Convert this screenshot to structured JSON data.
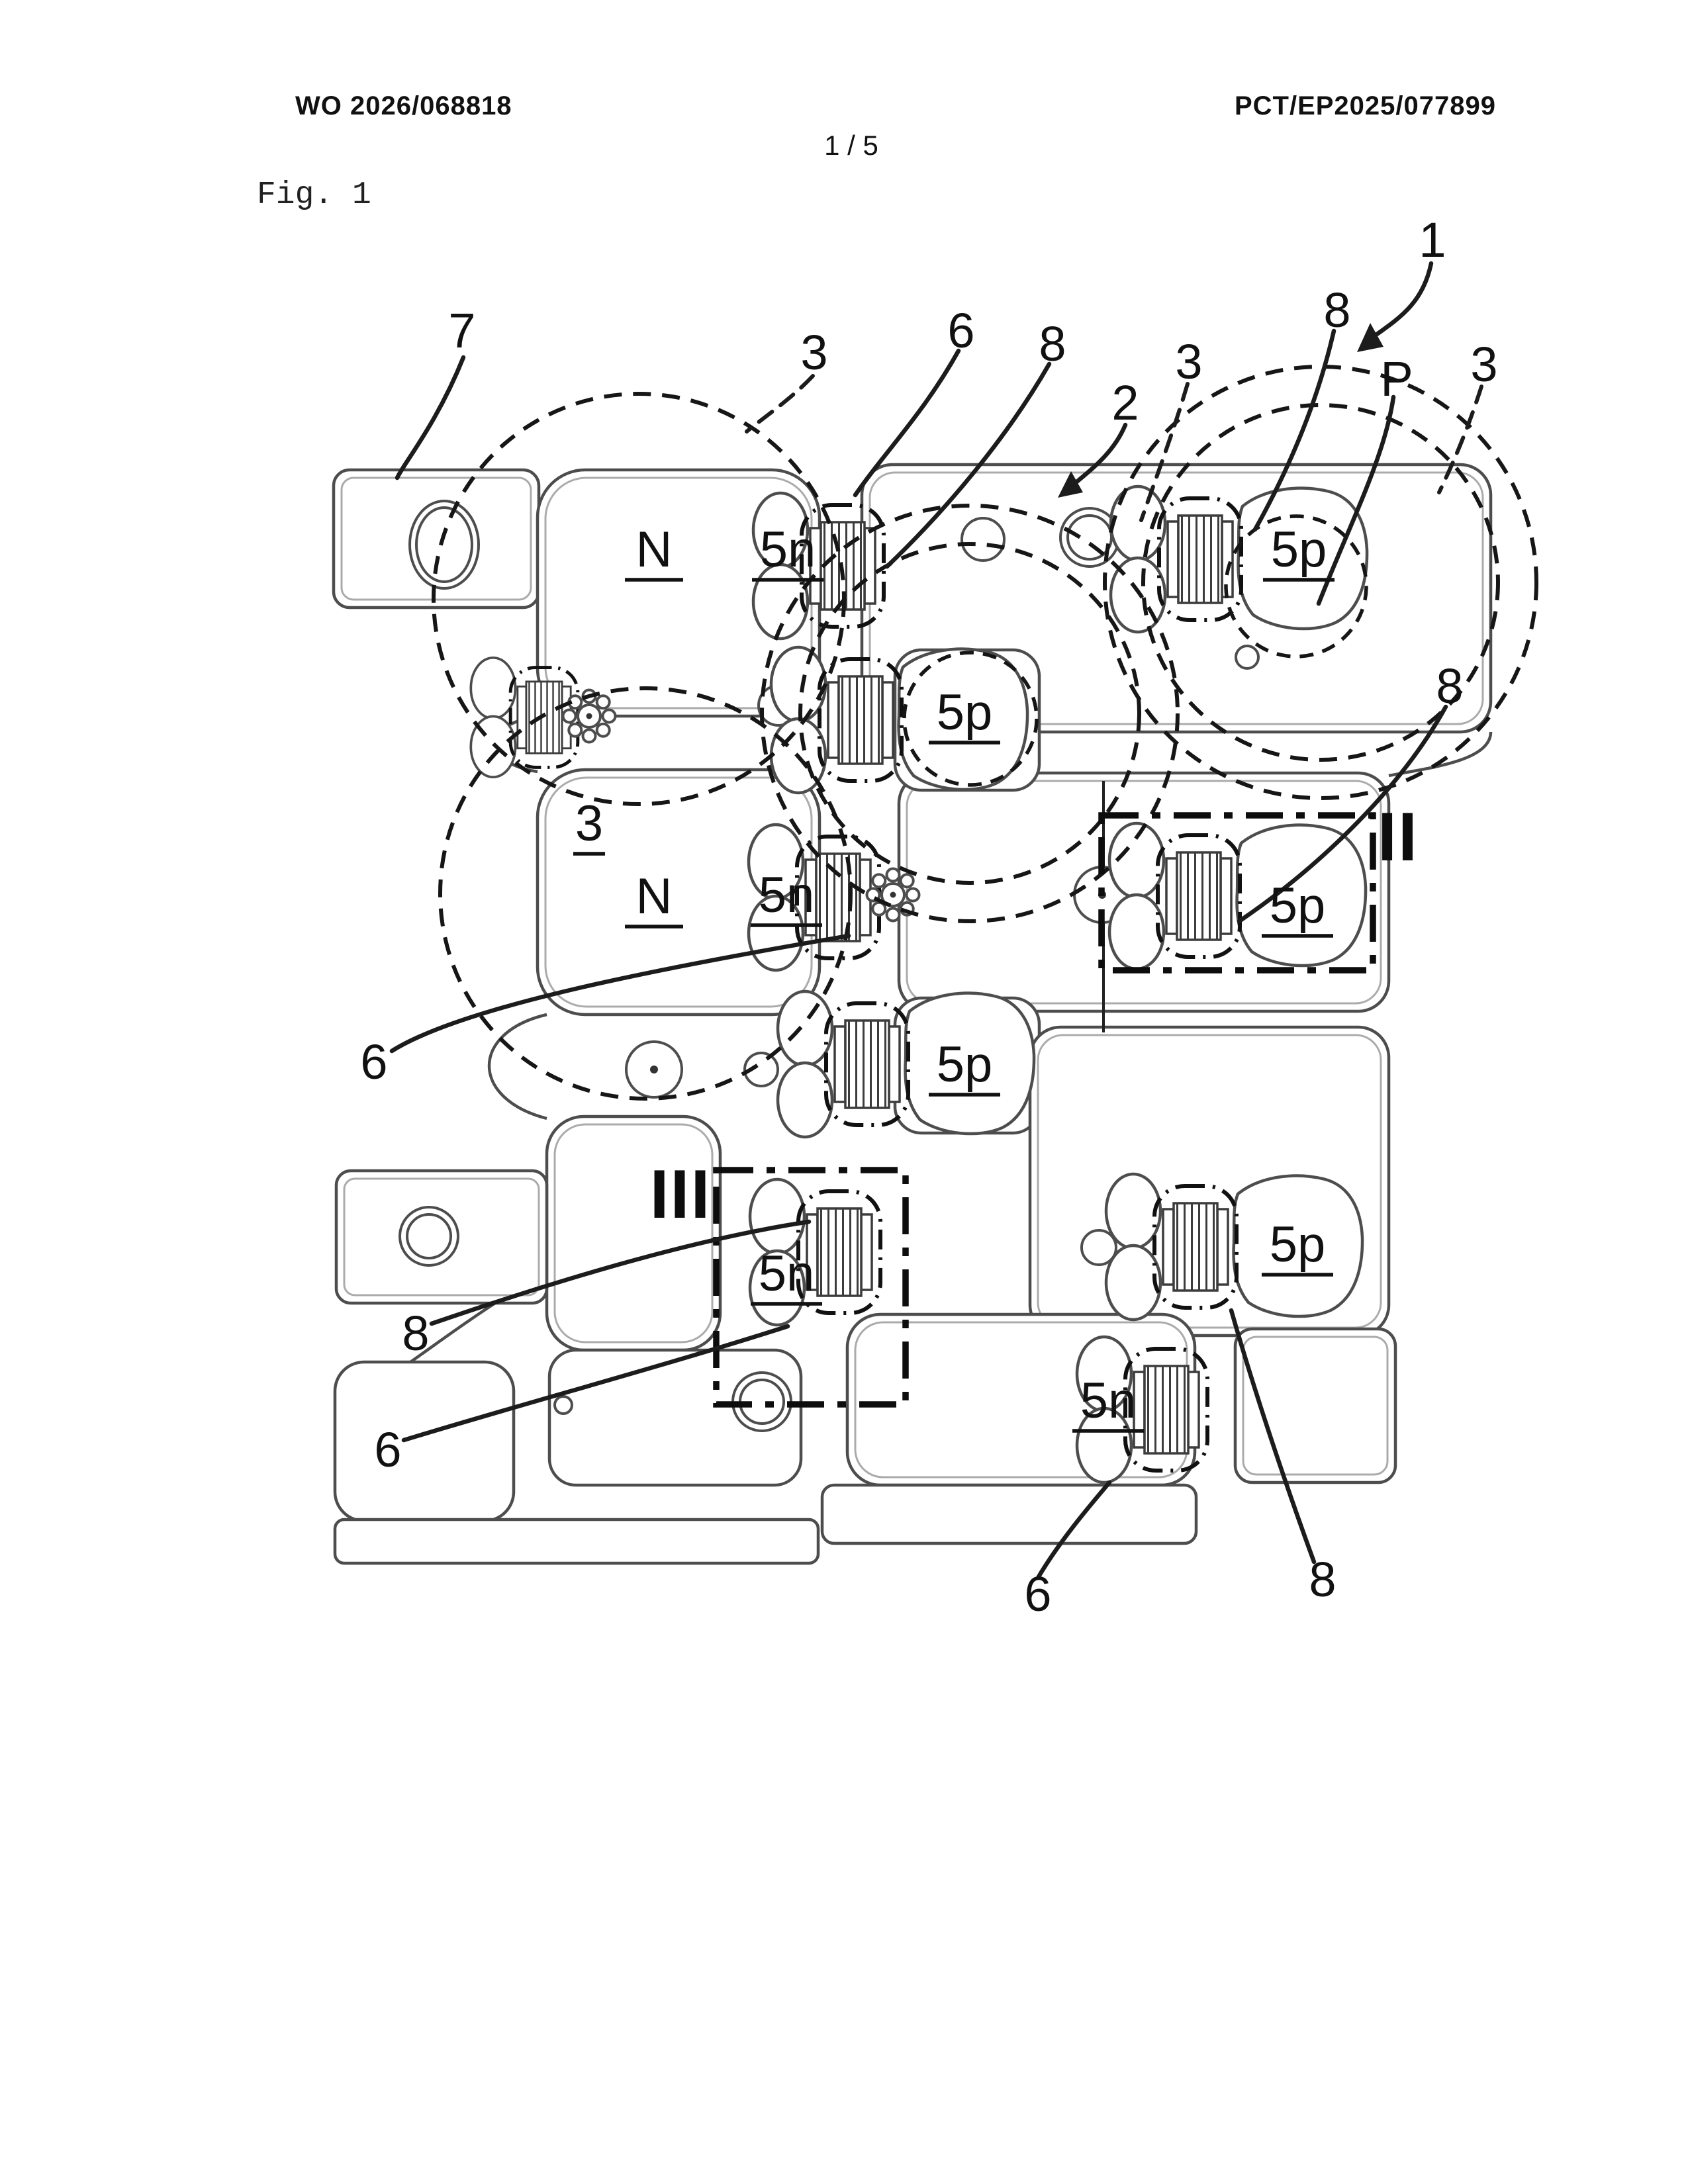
{
  "page": {
    "header_left": "WO 2026/068818",
    "header_right": "PCT/EP2025/077899",
    "page_indicator": "1 / 5",
    "figure_label": "Fig. 1"
  },
  "figure": {
    "description": "Patent line drawing of a stamped sheet (rotor lamination strip) with magnet pockets",
    "colors": {
      "line": "#141414",
      "sheet_outline": "#4d4d4d",
      "background": "#ffffff"
    },
    "section_markers": {
      "ii": "II",
      "iii": "III"
    },
    "pole_labels": {
      "n_row1": "N",
      "n_row2": "N",
      "p_top": "P"
    },
    "magnet_labels": {
      "m5n_row1": "5n",
      "m5n_row2": "5n",
      "m5n_row3": "5n",
      "m5n_row4": "5n",
      "m5p_row1": "5p",
      "m5p_mid1": "5p",
      "m5p_row2": "5p",
      "m5p_mid2": "5p",
      "m5p_row3": "5p"
    },
    "ref_numerals": {
      "r1": "1",
      "r2": "2",
      "r3_topleft": "3",
      "r3_topmid": "3",
      "r3_topright": "3",
      "r3_row2": "3",
      "r6_top": "6",
      "r6_left": "6",
      "r6_bottomleft": "6",
      "r6_bottomright": "6",
      "r7": "7",
      "r8_topleft": "8",
      "r8_topright": "8",
      "r8_right": "8",
      "r8_left": "8",
      "r8_bottomright": "8"
    }
  }
}
